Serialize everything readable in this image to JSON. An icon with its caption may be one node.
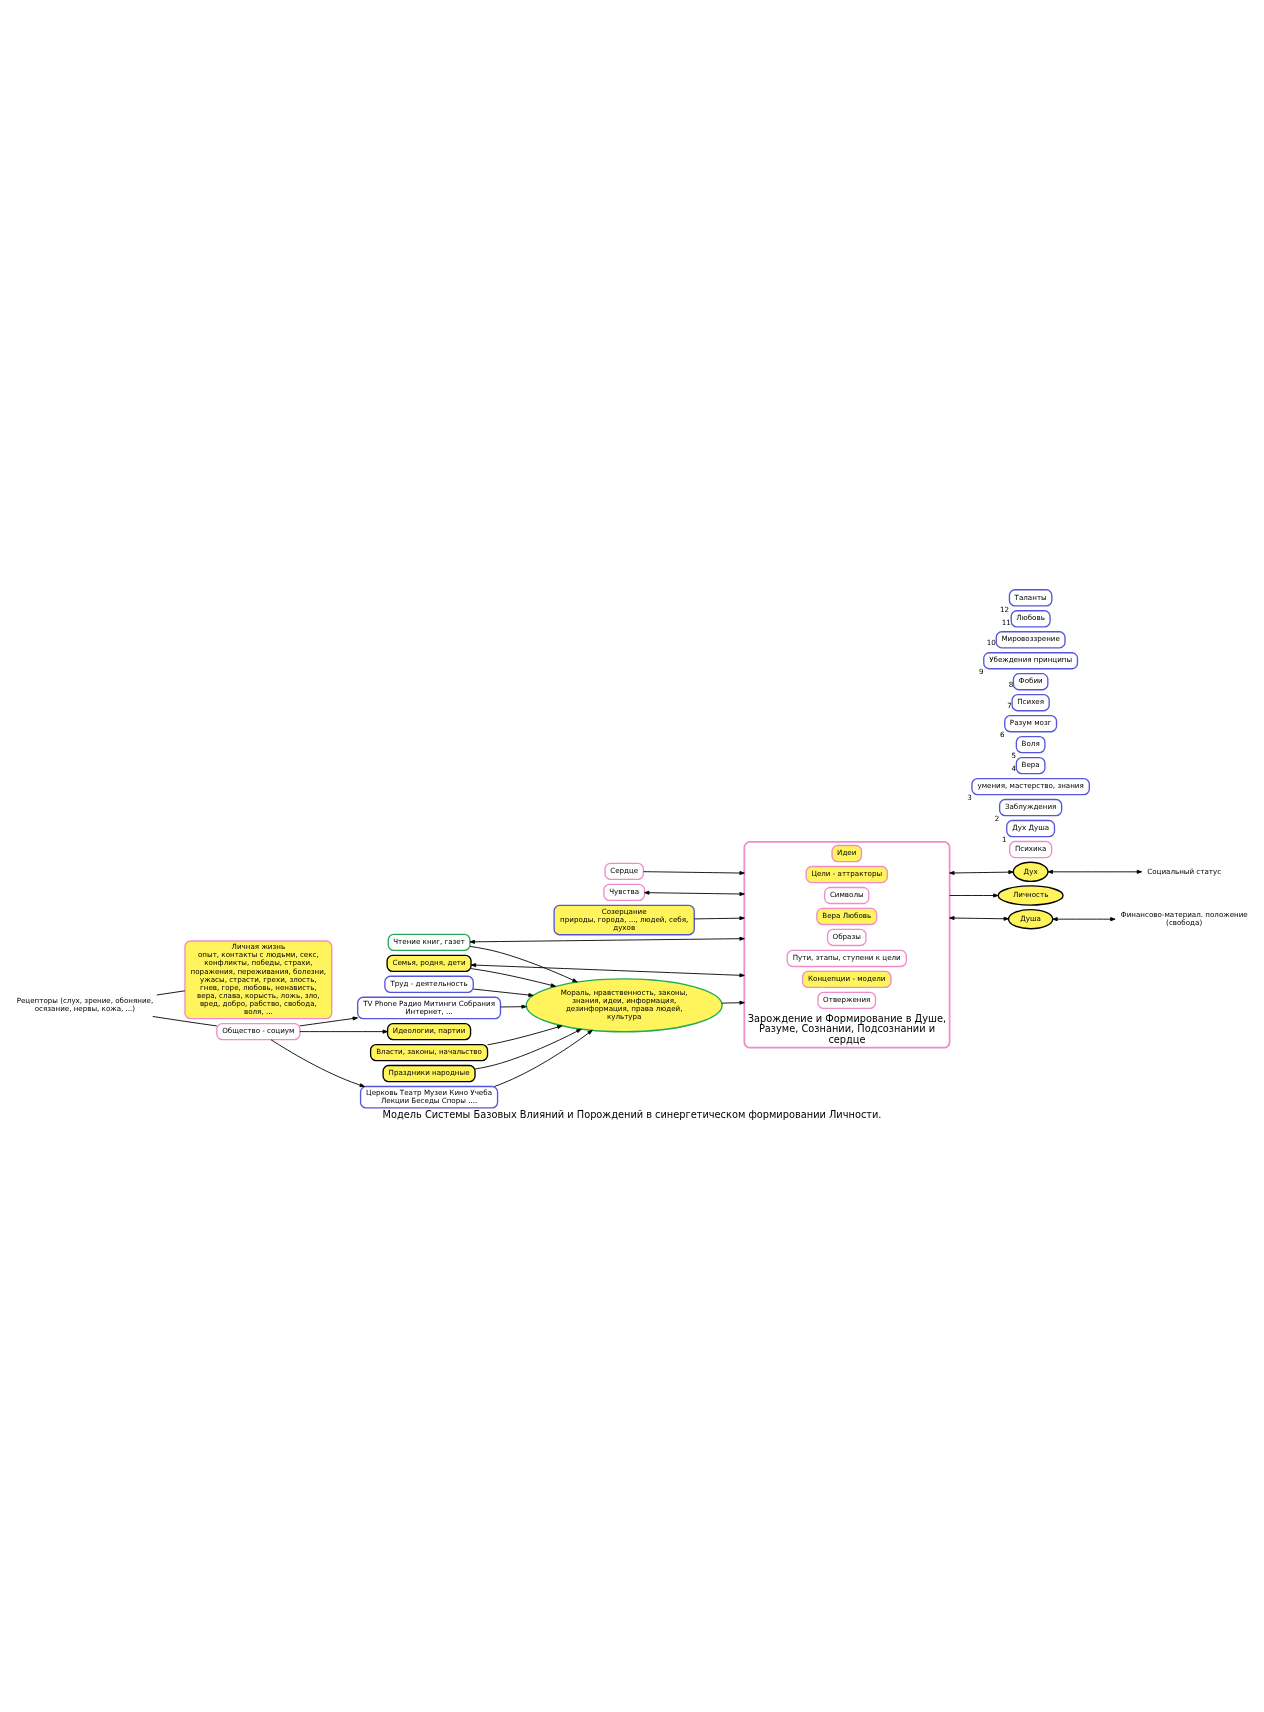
{
  "diagram": {
    "caption": "Модель Системы Базовых Влияний и Порождений в синергетическом формировании Личности.",
    "nodes": [
      {
        "text": [
          "Рецепторы (слух, зрение, обоняние, осязание, нервы, кожа, ...)"
        ]
      },
      {
        "text": [
          "Личная жизнь",
          "опыт, контакты с людьми, секс, конфликты, победы, страхи, поражения, переживания, болезни, ужасы, страсти, грехи, злость, гнев, горе, любовь, ненависть, вера, слава, корысть, ложь, зло, вред, добро, рабство, свобода, воля, ..."
        ]
      },
      {
        "text": [
          "Психика"
        ]
      },
      {
        "text": [
          "Сердце"
        ]
      },
      {
        "text": [
          "Чувства"
        ]
      },
      {
        "text": [
          "Созерцание",
          "природы, города, ..., людей, себя, духов"
        ]
      },
      {
        "text": [
          "Чтение книг, газет"
        ]
      },
      {
        "text": [
          "Семья, родня, дети"
        ]
      },
      {
        "text": [
          "Общество - социум"
        ]
      },
      {
        "text": [
          "Церковь Театр Музеи Кино Учеба Лекции Беседы Споры ...."
        ]
      },
      {
        "text": [
          "TV Phone Радио Митинги Собрания Интернет, ..."
        ]
      },
      {
        "text": [
          "Праздники народные"
        ]
      },
      {
        "text": [
          "Труд - деятельность"
        ]
      },
      {
        "text": [
          "Идеологии, партии"
        ]
      },
      {
        "text": [
          "Власти, законы, начальство"
        ]
      },
      {
        "text": [
          "Мораль, нравственность, законы, знания, идеи, информация, дезинформация, права людей, культура"
        ]
      },
      {
        "text": [
          "Зарождение и Формирование в Душе, Разуме, Сознании, Подсознании и сердце"
        ]
      },
      {
        "text": [
          "Идеи"
        ],
        "in": 16
      },
      {
        "text": [
          "Символы"
        ],
        "in": 16
      },
      {
        "text": [
          "Концепции - модели"
        ],
        "in": 16
      },
      {
        "text": [
          "Отвержения"
        ],
        "in": 16
      },
      {
        "text": [
          "Вера Любовь"
        ],
        "in": 16
      },
      {
        "text": [
          "Пути, этапы, ступени к цели"
        ],
        "in": 16
      },
      {
        "text": [
          "Цели - аттракторы"
        ],
        "in": 16
      },
      {
        "text": [
          "Образы"
        ],
        "in": 16
      },
      {
        "text": [
          "Дух Душа"
        ],
        "beside": [
          "1"
        ]
      },
      {
        "text": [
          "Заблуждения"
        ],
        "beside": [
          "2"
        ]
      },
      {
        "text": [
          "умения, мастерство, знания"
        ],
        "beside": [
          "3"
        ]
      },
      {
        "text": [
          "Вера"
        ],
        "beside": [
          "4"
        ]
      },
      {
        "text": [
          "Воля"
        ],
        "beside": [
          "5"
        ]
      },
      {
        "text": [
          "Разум мозг"
        ],
        "beside": [
          "6"
        ]
      },
      {
        "text": [
          "Психея"
        ],
        "beside": [
          "7"
        ]
      },
      {
        "text": [
          "Фобии"
        ],
        "beside": [
          "8"
        ]
      },
      {
        "text": [
          "Убеждения принципы"
        ],
        "beside": [
          "9"
        ]
      },
      {
        "text": [
          "Мировоззрение"
        ],
        "beside": [
          "10"
        ]
      },
      {
        "text": [
          "Любовь"
        ],
        "beside": [
          "11"
        ]
      },
      {
        "text": [
          "Таланты"
        ],
        "beside": [
          "12"
        ]
      },
      {
        "text": [
          "Дух"
        ]
      },
      {
        "text": [
          "Личность"
        ]
      },
      {
        "text": [
          "Душа"
        ]
      },
      {
        "text": [
          "Социальный статус"
        ]
      },
      {
        "text": [
          "Финансово-материал. положение (свобода)"
        ]
      }
    ],
    "edges": [
      {
        "from": 0,
        "to": 1,
        "arrow": "none"
      },
      {
        "from": 0,
        "to": 8,
        "arrow": "none"
      },
      {
        "from": 3,
        "to": 16,
        "arrow": "to"
      },
      {
        "from": 4,
        "to": 16,
        "arrow": "both"
      },
      {
        "from": 5,
        "to": 16,
        "arrow": "to"
      },
      {
        "from": 6,
        "to": 16,
        "arrow": "both"
      },
      {
        "from": 7,
        "to": 16,
        "arrow": "both"
      },
      {
        "from": 6,
        "to": 15,
        "arrow": "to"
      },
      {
        "from": 7,
        "to": 15,
        "arrow": "to"
      },
      {
        "from": 8,
        "to": 9,
        "arrow": "to"
      },
      {
        "from": 8,
        "to": 10,
        "arrow": "to"
      },
      {
        "from": 8,
        "to": 13,
        "arrow": "to"
      },
      {
        "from": 9,
        "to": 15,
        "arrow": "to"
      },
      {
        "from": 10,
        "to": 15,
        "arrow": "to"
      },
      {
        "from": 11,
        "to": 15,
        "arrow": "to"
      },
      {
        "from": 12,
        "to": 15,
        "arrow": "to"
      },
      {
        "from": 14,
        "to": 15,
        "arrow": "to"
      },
      {
        "from": 15,
        "to": 16,
        "arrow": "to"
      },
      {
        "from": 16,
        "to": 37,
        "arrow": "both"
      },
      {
        "from": 16,
        "to": 38,
        "arrow": "to"
      },
      {
        "from": 16,
        "to": 39,
        "arrow": "both"
      },
      {
        "from": 37,
        "to": 40,
        "arrow": "both"
      },
      {
        "from": 39,
        "to": 41,
        "arrow": "both"
      }
    ]
  }
}
